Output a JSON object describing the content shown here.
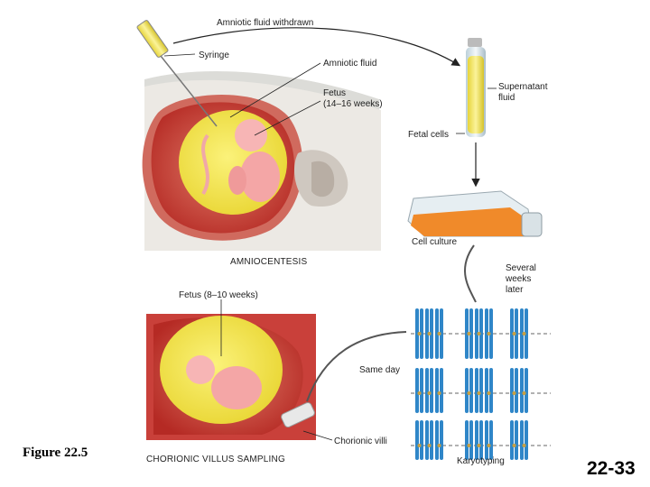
{
  "figure_label": "Figure 22.5",
  "slide_number": "22-33",
  "amniocentesis": {
    "caption": "AMNIOCENTESIS",
    "labels": {
      "fluid_withdrawn": "Amniotic fluid withdrawn",
      "syringe": "Syringe",
      "amniotic_fluid": "Amniotic fluid",
      "fetus_line1": "Fetus",
      "fetus_line2": "(14–16 weeks)",
      "supernatant_line1": "Supernatant",
      "supernatant_line2": "fluid",
      "fetal_cells": "Fetal cells",
      "cell_culture": "Cell culture",
      "several_line1": "Several",
      "several_line2": "weeks",
      "several_line3": "later"
    }
  },
  "cvs": {
    "caption": "CHORIONIC VILLUS SAMPLING",
    "labels": {
      "fetus": "Fetus (8–10 weeks)",
      "same_day": "Same day",
      "chorionic_villi": "Chorionic villi"
    }
  },
  "karyotype": {
    "caption": "Karyotyping"
  },
  "colors": {
    "uterus_red": "#c8322c",
    "amniotic_yellow": "#f3e64a",
    "fetus_pink": "#f4a6a6",
    "chromosome_blue": "#2f86c8",
    "culture_orange": "#f08a2a"
  }
}
